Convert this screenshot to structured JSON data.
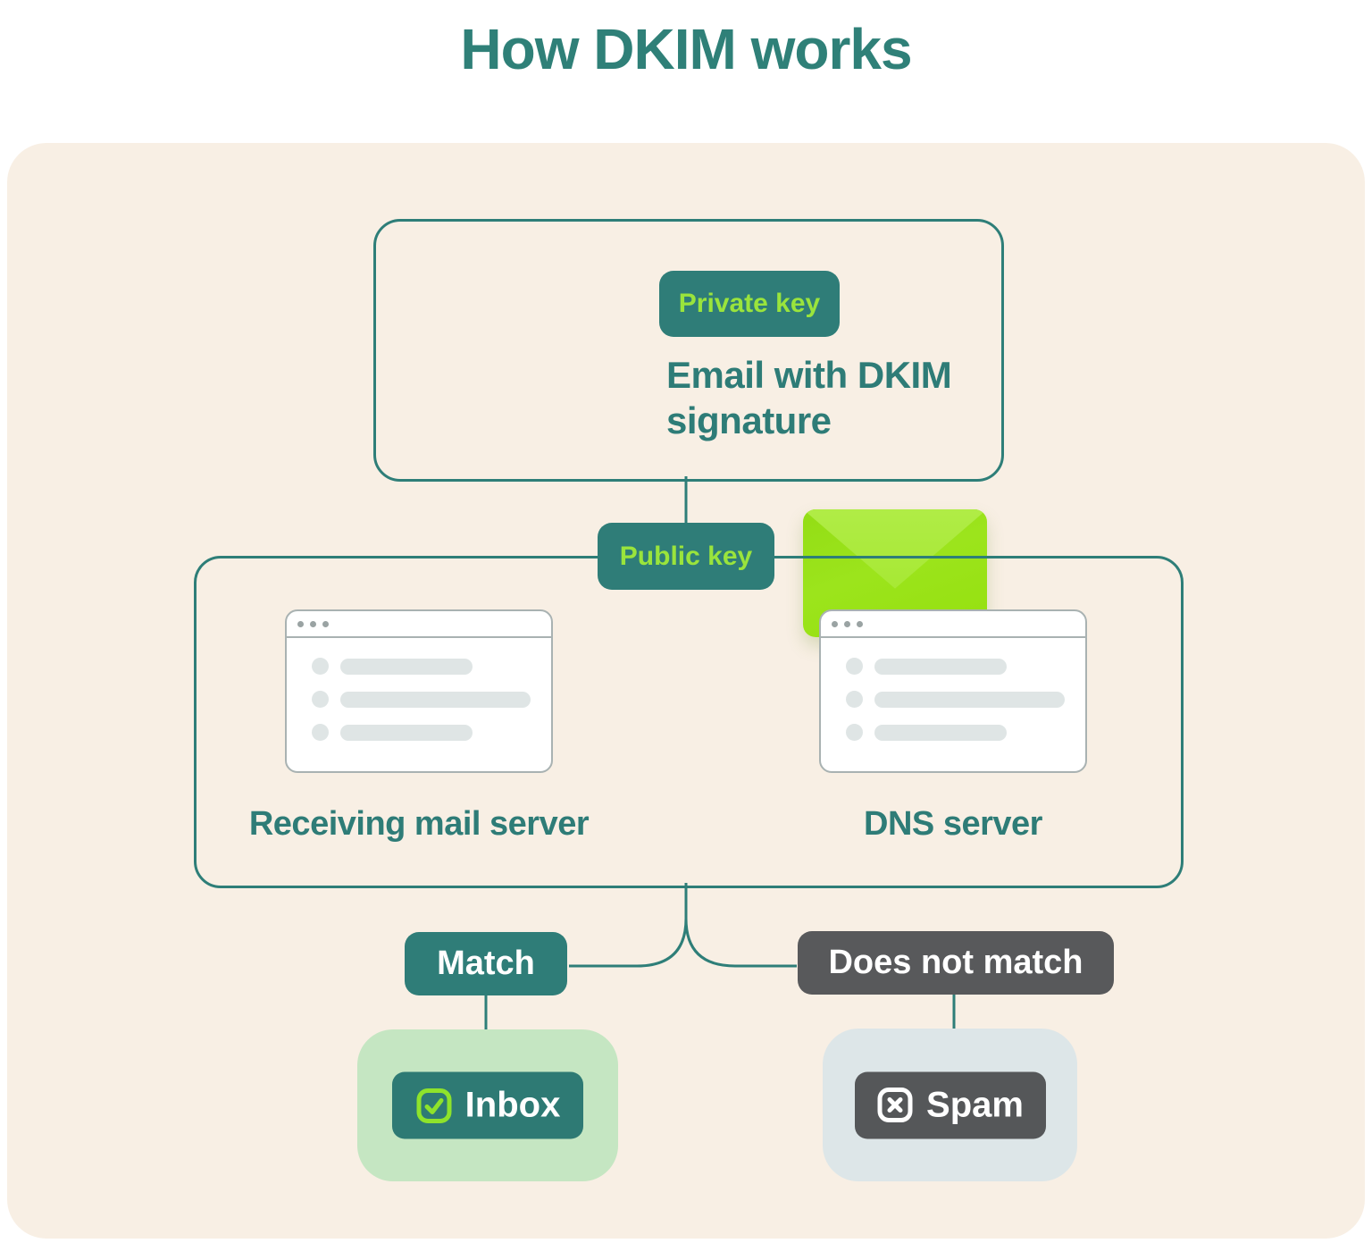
{
  "title": "How DKIM works",
  "colors": {
    "teal": "#2f7d78",
    "lime": "#9ae43c",
    "cream_panel": "#f8efe4",
    "dark_gray": "#58595b",
    "light_green_box": "#c5e6c2",
    "light_gray_box": "#dde6e8",
    "envelope_green": "#9ce41c",
    "connector_line": "#2e7e78",
    "white": "#ffffff"
  },
  "sender_box": {
    "icon": "envelope-icon",
    "badge": "Private key",
    "label": "Email with DKIM signature"
  },
  "public_key_badge": "Public key",
  "verification_box": {
    "servers": [
      {
        "icon": "browser-window",
        "label": "Receiving mail server"
      },
      {
        "icon": "browser-window",
        "label": "DNS server"
      }
    ]
  },
  "outcomes": {
    "match": {
      "badge": "Match",
      "result": "Inbox",
      "icon": "checkbox-checked-icon"
    },
    "no_match": {
      "badge": "Does not match",
      "result": "Spam",
      "icon": "x-square-icon"
    }
  }
}
